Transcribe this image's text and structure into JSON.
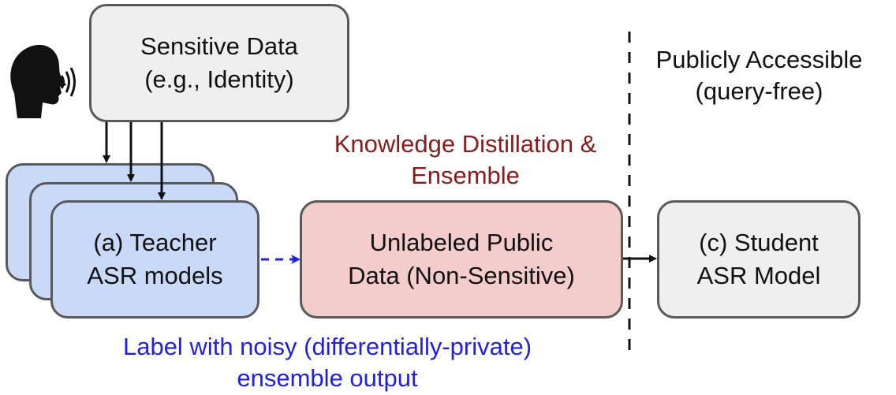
{
  "boxes": {
    "sensitive": {
      "line1": "Sensitive Data",
      "line2": "(e.g., Identity)"
    },
    "teacher": {
      "line1": "(a) Teacher",
      "line2": "ASR models"
    },
    "public": {
      "line1": "Unlabeled Public",
      "line2": "Data (Non-Sensitive)"
    },
    "student": {
      "line1": "(c) Student",
      "line2": "ASR Model"
    }
  },
  "labels": {
    "knowledge_distillation": {
      "line1": "Knowledge Distillation &",
      "line2": "Ensemble"
    },
    "publicly_accessible": {
      "line1": "Publicly Accessible",
      "line2": "(query-free)"
    },
    "noisy_label": {
      "line1": "Label with noisy (differentially-private)",
      "line2": "ensemble output"
    }
  },
  "icons": {
    "speaker": "speaking-head-icon"
  },
  "colors": {
    "teacher_fill": "#c9daf8",
    "public_fill": "#f4cccc",
    "neutral_fill": "#efefef",
    "kd_text": "#8b1a1a",
    "noisy_text": "#1f1fe6"
  }
}
